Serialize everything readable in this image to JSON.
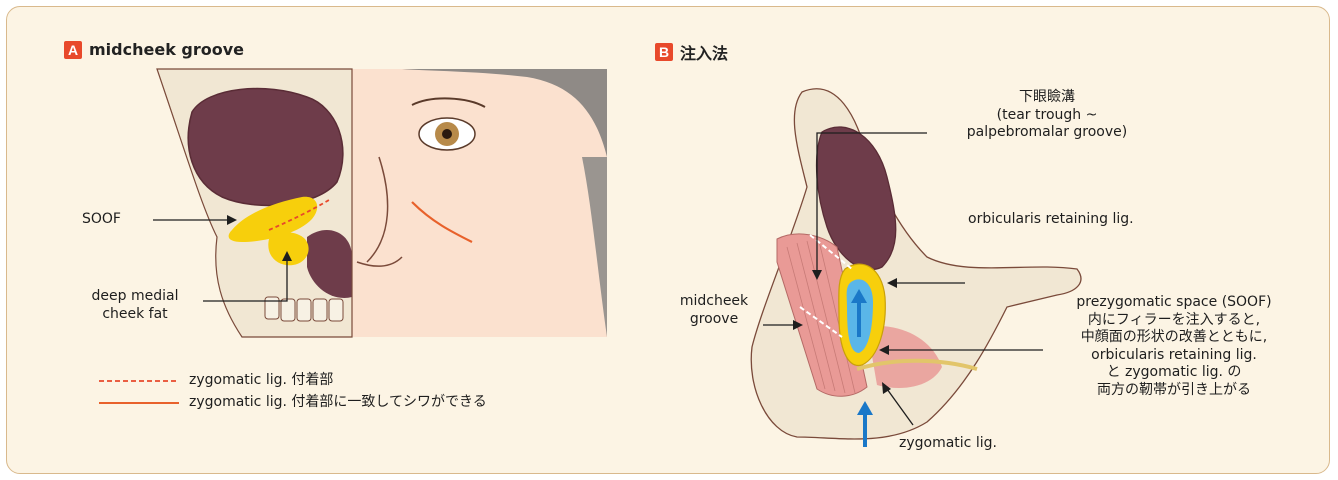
{
  "panel_a": {
    "badge": "A",
    "title": "midcheek groove",
    "labels": {
      "soof": "SOOF",
      "deep_fat_line1": "deep medial",
      "deep_fat_line2": "cheek fat"
    },
    "legend": [
      {
        "style": "dashed",
        "text": "zygomatic lig. 付着部"
      },
      {
        "style": "solid",
        "text": "zygomatic lig. 付着部に一致してシワができる"
      }
    ]
  },
  "panel_b": {
    "badge": "B",
    "title": "注入法",
    "labels": {
      "tear_trough_line1": "下眼瞼溝",
      "tear_trough_line2": "(tear trough ~",
      "tear_trough_line3": "palpebromalar groove)",
      "orbicularis": "orbicularis retaining lig.",
      "midcheek_line1": "midcheek",
      "midcheek_line2": "groove",
      "zygomatic": "zygomatic lig."
    },
    "note_lines": [
      "prezygomatic space (SOOF)",
      "内にフィラーを注入すると,",
      "中顔面の形状の改善とともに,",
      "orbicularis retaining lig.",
      "と zygomatic lig. の",
      "両方の靭帯が引き上がる"
    ]
  },
  "colors": {
    "badge": "#e8492b",
    "frame_bg": "#fcf4e4",
    "frame_border": "#d9b98c",
    "soof_yellow": "#f7cf0c",
    "dashed_line": "#e8492b",
    "wrinkle_line": "#e8612b",
    "filler_blue": "#5ab6e8",
    "muscle_pink": "#e99a96"
  }
}
